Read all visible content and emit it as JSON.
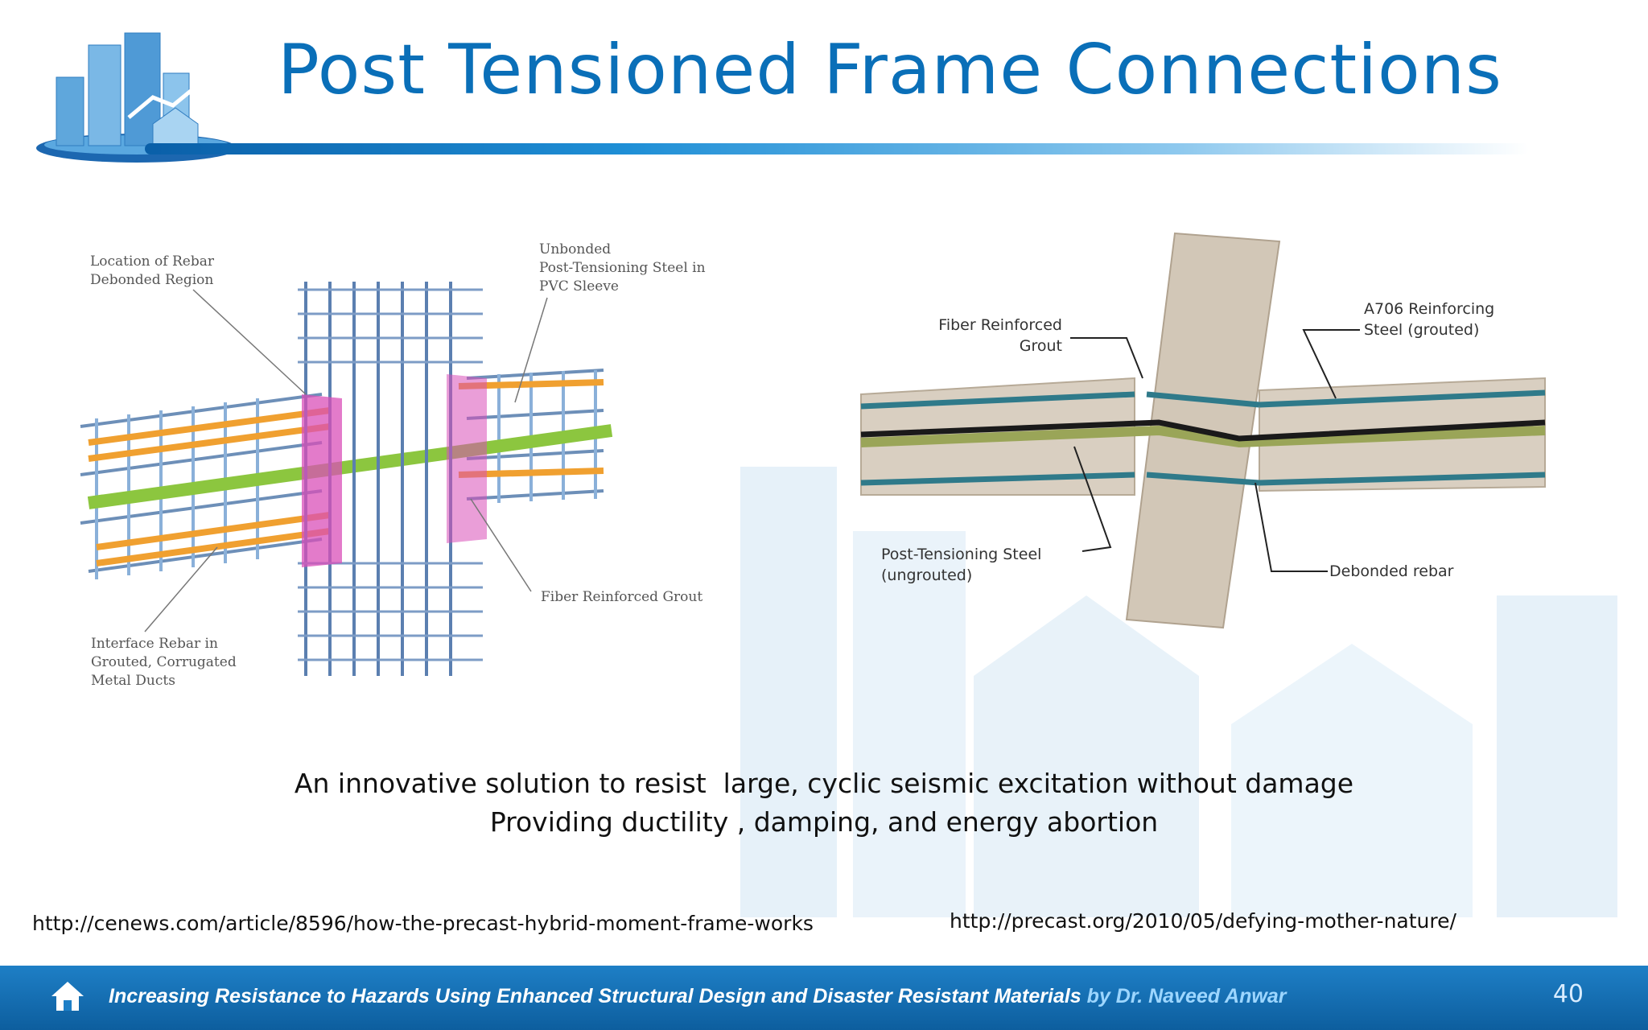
{
  "slide": {
    "title": "Post Tensioned Frame Connections",
    "page_number": "40"
  },
  "figure_left": {
    "labels": {
      "rebar_debonded_1": "Location of Rebar",
      "rebar_debonded_2": "Debonded Region",
      "unbonded_1": "Unbonded",
      "unbonded_2": "Post-Tensioning Steel in",
      "unbonded_3": "PVC Sleeve",
      "grout": "Fiber Reinforced Grout",
      "interface_1": "Interface Rebar in",
      "interface_2": "Grouted, Corrugated",
      "interface_3": "Metal Ducts"
    }
  },
  "figure_right": {
    "labels": {
      "grout_1": "Fiber Reinforced",
      "grout_2": "Grout",
      "a706_1": "A706 Reinforcing",
      "a706_2": "Steel (grouted)",
      "pt_1": "Post-Tensioning Steel",
      "pt_2": "(ungrouted)",
      "debonded": "Debonded rebar"
    }
  },
  "caption": {
    "line1": "An innovative solution to resist  large, cyclic seismic excitation without damage",
    "line2": "Providing ductility , damping, and energy abortion"
  },
  "sources": {
    "left": "http://cenews.com/article/8596/how-the-precast-hybrid-moment-frame-works",
    "right": "http://precast.org/2010/05/defying-mother-nature/"
  },
  "footer": {
    "text": "Increasing Resistance to Hazards Using Enhanced Structural Design and Disaster Resistant Materials ",
    "author": "by Dr. Naveed Anwar"
  },
  "colors": {
    "title": "#0a6fb8",
    "footer_bar": "#1e7fc6",
    "author": "#9dd6ff"
  },
  "icons": {
    "logo": "city-buildings-logo",
    "home": "home-icon"
  }
}
